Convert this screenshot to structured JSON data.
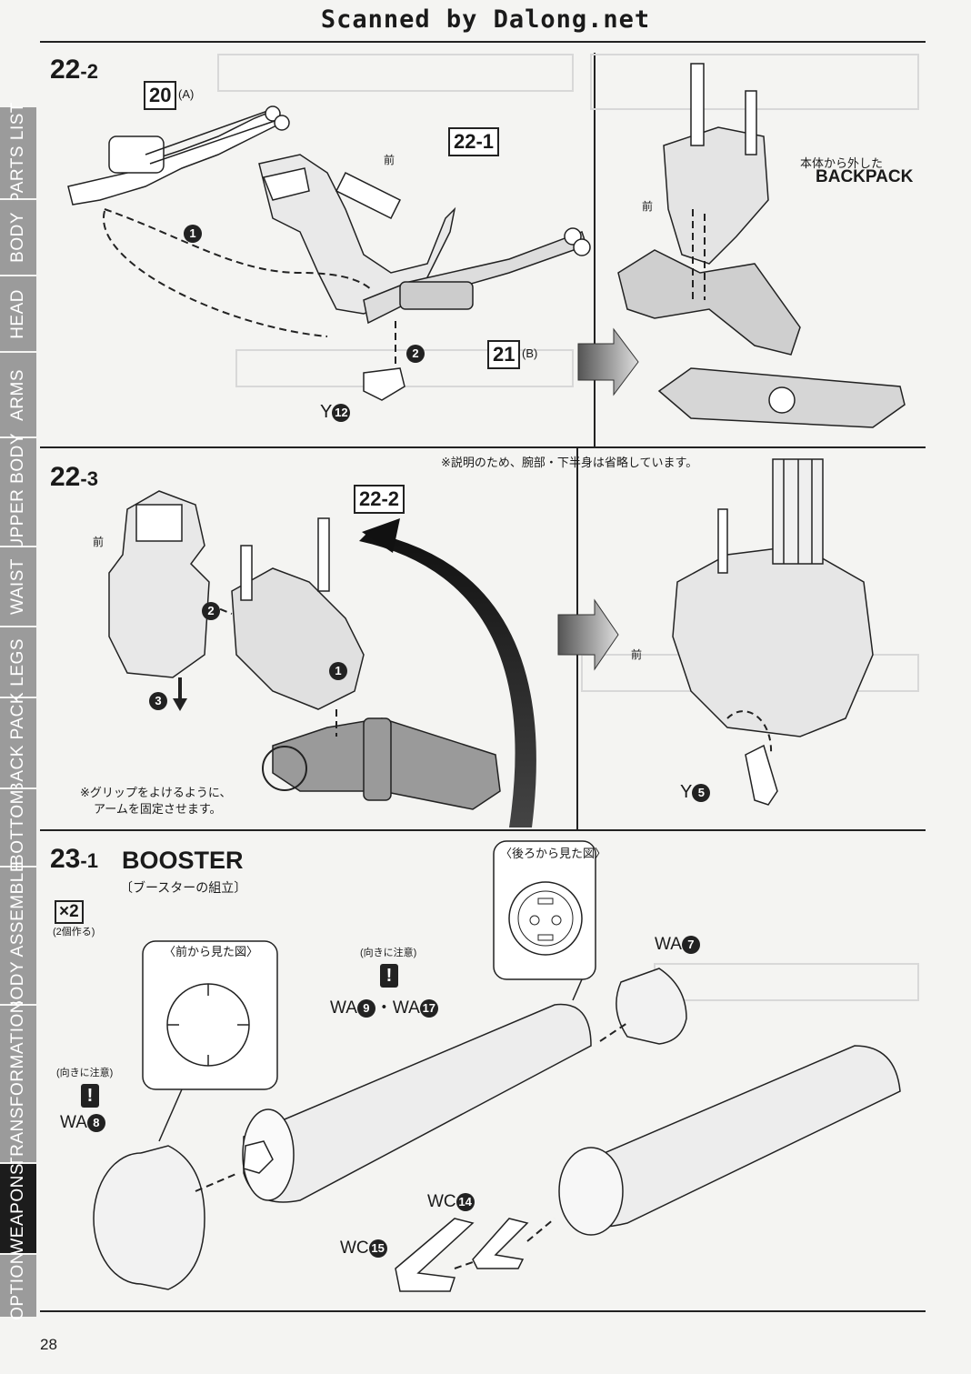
{
  "watermark": "Scanned by Dalong.net",
  "sidebar": {
    "tabs": [
      {
        "label": "PARTS LIST",
        "active": false
      },
      {
        "label": "BODY",
        "active": false
      },
      {
        "label": "HEAD",
        "active": false
      },
      {
        "label": "ARMS",
        "active": false
      },
      {
        "label": "UPPER BODY",
        "active": false
      },
      {
        "label": "WAIST",
        "active": false
      },
      {
        "label": "LEGS",
        "active": false
      },
      {
        "label": "BACK PACK",
        "active": false
      },
      {
        "label": "BOTTOM",
        "active": false
      },
      {
        "label": "BODY ASSEMBLE",
        "active": false
      },
      {
        "label": "TRANSFORMATION",
        "active": false
      },
      {
        "label": "WEAPONS",
        "active": true
      },
      {
        "label": "OPTION",
        "active": false
      }
    ]
  },
  "step_22_2": {
    "number": "22",
    "sub": "-2",
    "part_a_num": "20",
    "part_a_suffix": "(A)",
    "ref": "22-1",
    "part_b_num": "21",
    "part_b_suffix": "(B)",
    "front_label": "前",
    "arrow1": "1",
    "arrow2": "2",
    "part_y": "Y",
    "part_y_num": "12",
    "right_note_line1": "本体から外した",
    "right_note_line2": "BACKPACK",
    "right_front": "前"
  },
  "step_22_3": {
    "number": "22",
    "sub": "-3",
    "note_top": "※説明のため、腕部・下半身は省略しています。",
    "ref": "22-2",
    "front_label": "前",
    "arrow1": "1",
    "arrow2": "2",
    "arrow3": "3",
    "grip_note_line1": "※グリップをよけるように、",
    "grip_note_line2": "アームを固定させます。",
    "right_front": "前",
    "part_y": "Y",
    "part_y_num": "5"
  },
  "step_23_1": {
    "number": "23",
    "sub": "-1",
    "title": "BOOSTER",
    "subtitle": "〔ブースターの組立〕",
    "multiplier": "×2",
    "multiplier_note": "(2個作る)",
    "front_view_label": "〈前から見た図〉",
    "back_view_label": "〈後ろから見た図〉",
    "caution_a": "(向きに注意)",
    "caution_b": "(向きに注意)",
    "warn_symbol": "!",
    "wa9_17_a": "WA",
    "wa9_num": "9",
    "wa_sep": "・WA",
    "wa17_num": "17",
    "wa7": "WA",
    "wa7_num": "7",
    "wa8": "WA",
    "wa8_num": "8",
    "wc14": "WC",
    "wc14_num": "14",
    "wc15": "WC",
    "wc15_num": "15"
  },
  "page_number": "28"
}
